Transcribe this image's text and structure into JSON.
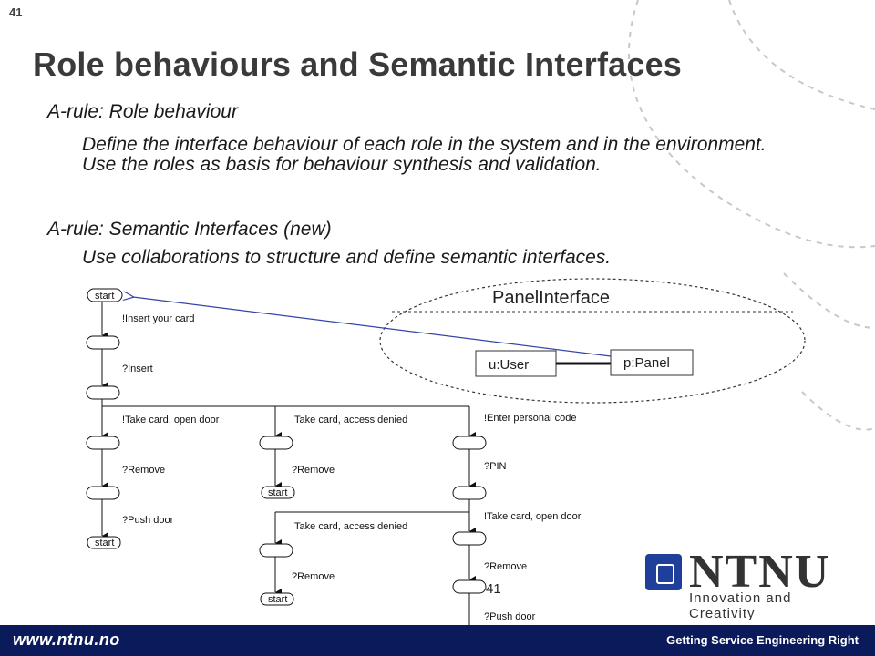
{
  "slide_number": "41",
  "title": "Role behaviours and Semantic Interfaces",
  "rules": [
    {
      "heading": "A-rule: Role behaviour",
      "body": "Define the interface behaviour of each role in the system and in the environment. Use the roles as basis for behaviour synthesis and validation."
    },
    {
      "heading": "A-rule: Semantic Interfaces (new)",
      "body": "Use collaborations to structure and define semantic interfaces."
    }
  ],
  "collaboration": {
    "name": "PanelInterface",
    "role_user": "u:User",
    "role_panel": "p:Panel"
  },
  "state_machine": {
    "start_label": "start",
    "signals": {
      "insert_your_card": "!Insert your card",
      "insert": "?Insert",
      "take_card_open_door": "!Take card, open door",
      "take_card_access_denied": "!Take card, access denied",
      "enter_personal_code": "!Enter personal code",
      "remove": "?Remove",
      "pin": "?PIN",
      "push_door": "?Push door"
    }
  },
  "page_number_overlay": "41",
  "logo": {
    "name": "NTNU",
    "tagline": "Innovation and Creativity"
  },
  "footer": {
    "url": "www.ntnu.no",
    "tagline": "Getting Service Engineering Right"
  },
  "colors": {
    "footer_bg": "#0a1a5a",
    "logo_blue": "#1f3f9a",
    "arrow_blue": "#3344aa"
  }
}
